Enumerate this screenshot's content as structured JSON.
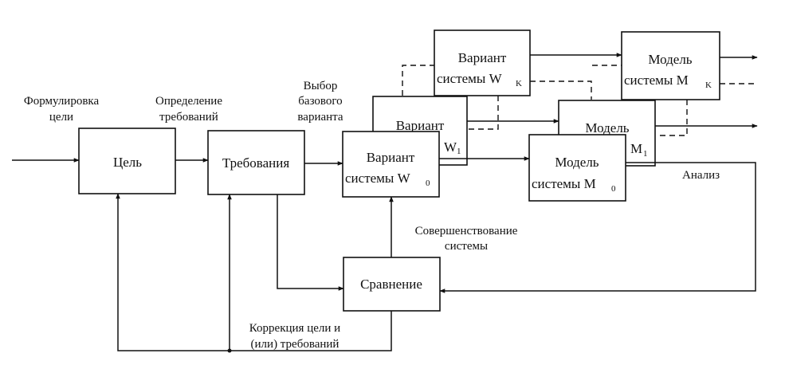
{
  "inputs": {
    "formulation": [
      "Формулировка",
      "цели"
    ],
    "requirements_def": [
      "Определение",
      "требований"
    ],
    "base_choice": [
      "Выбор",
      "базового",
      "варианта"
    ]
  },
  "boxes": {
    "goal": "Цель",
    "requirements": "Требования",
    "variant_w0": [
      "Вариант",
      "системы W",
      "0"
    ],
    "variant_w1": [
      "Вариант",
      "W",
      "1"
    ],
    "variant_wk": [
      "Вариант",
      "системы W",
      "K"
    ],
    "model_m0": [
      "Модель",
      "системы M",
      "0"
    ],
    "model_m1": [
      "Модель",
      "M",
      "1"
    ],
    "model_mk": [
      "Модель",
      "системы M",
      "K"
    ],
    "comparison": "Сравнение"
  },
  "labels": {
    "analysis": "Анализ",
    "improvement": [
      "Совершенствование",
      "системы"
    ],
    "correction": [
      "Коррекция цели и",
      "(или) требований"
    ]
  }
}
